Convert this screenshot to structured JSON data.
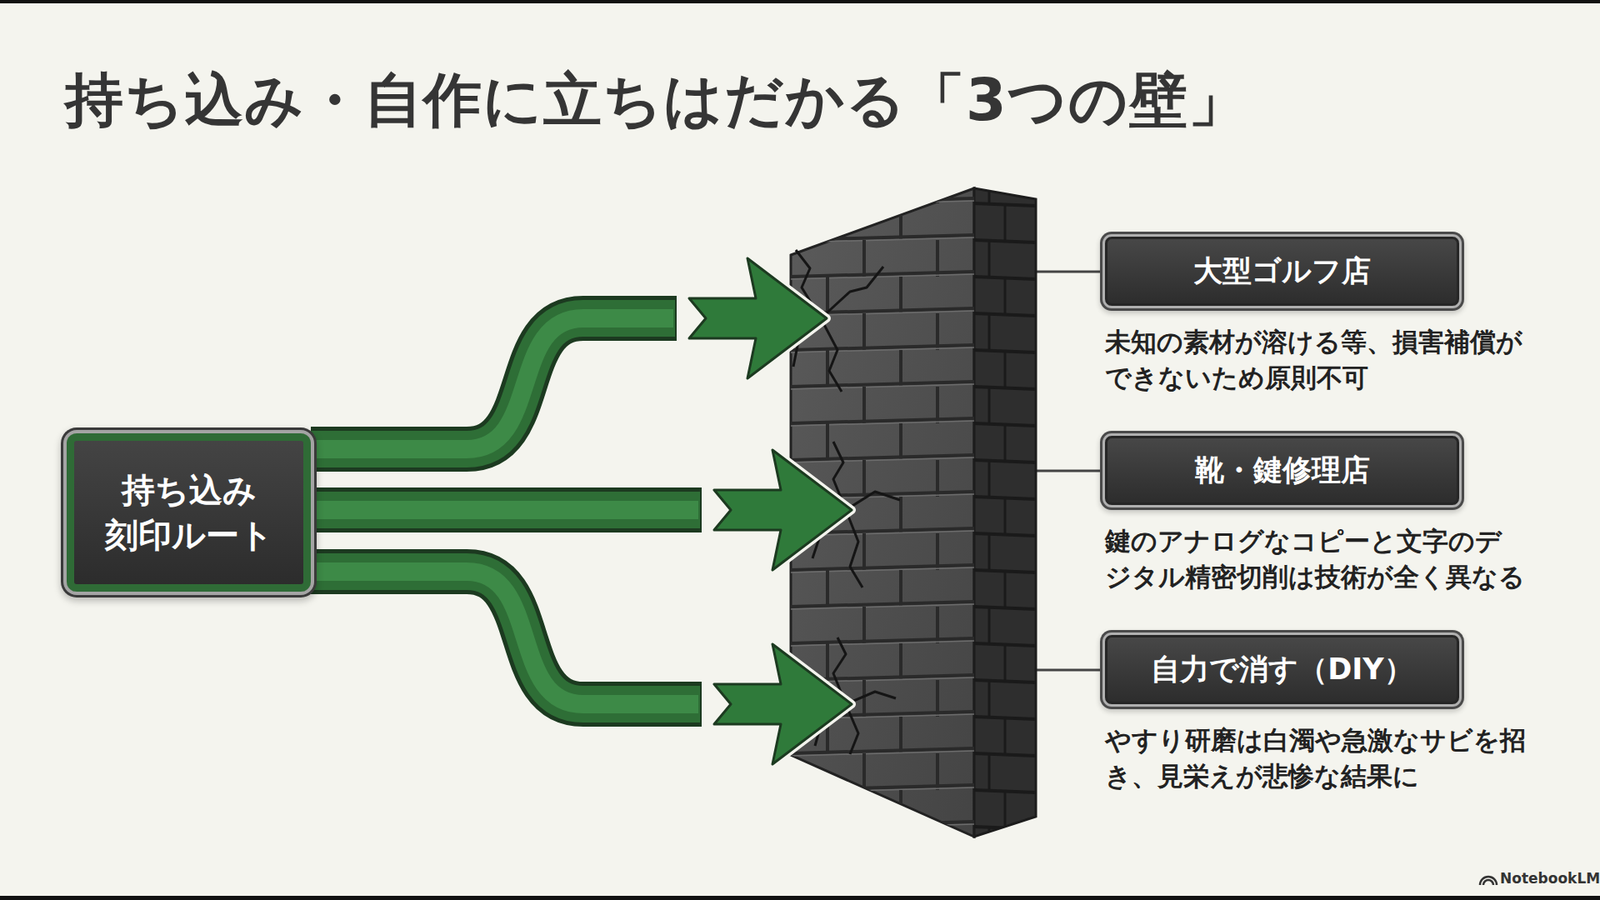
{
  "diagram": {
    "title": "持ち込み・自作に立ちはだかる「3つの壁」",
    "nodes": [
      {
        "text": [
          "持ち込み 刻印ルート"
        ]
      },
      {
        "text": [
          "大型ゴルフ店",
          "未知の素材が溶ける等、損害補償ができないため原則不可"
        ]
      },
      {
        "text": [
          "靴・鍵修理店",
          "鍵のアナログなコピーと文字のデジタル精密切削は技術が全く異なる"
        ]
      },
      {
        "text": [
          "自力で消す（DIY）",
          "やすり研磨は白濁や急激なサビを招き、見栄えが悲惨な結果に"
        ]
      }
    ],
    "labels": [
      "NotebookLM"
    ]
  }
}
